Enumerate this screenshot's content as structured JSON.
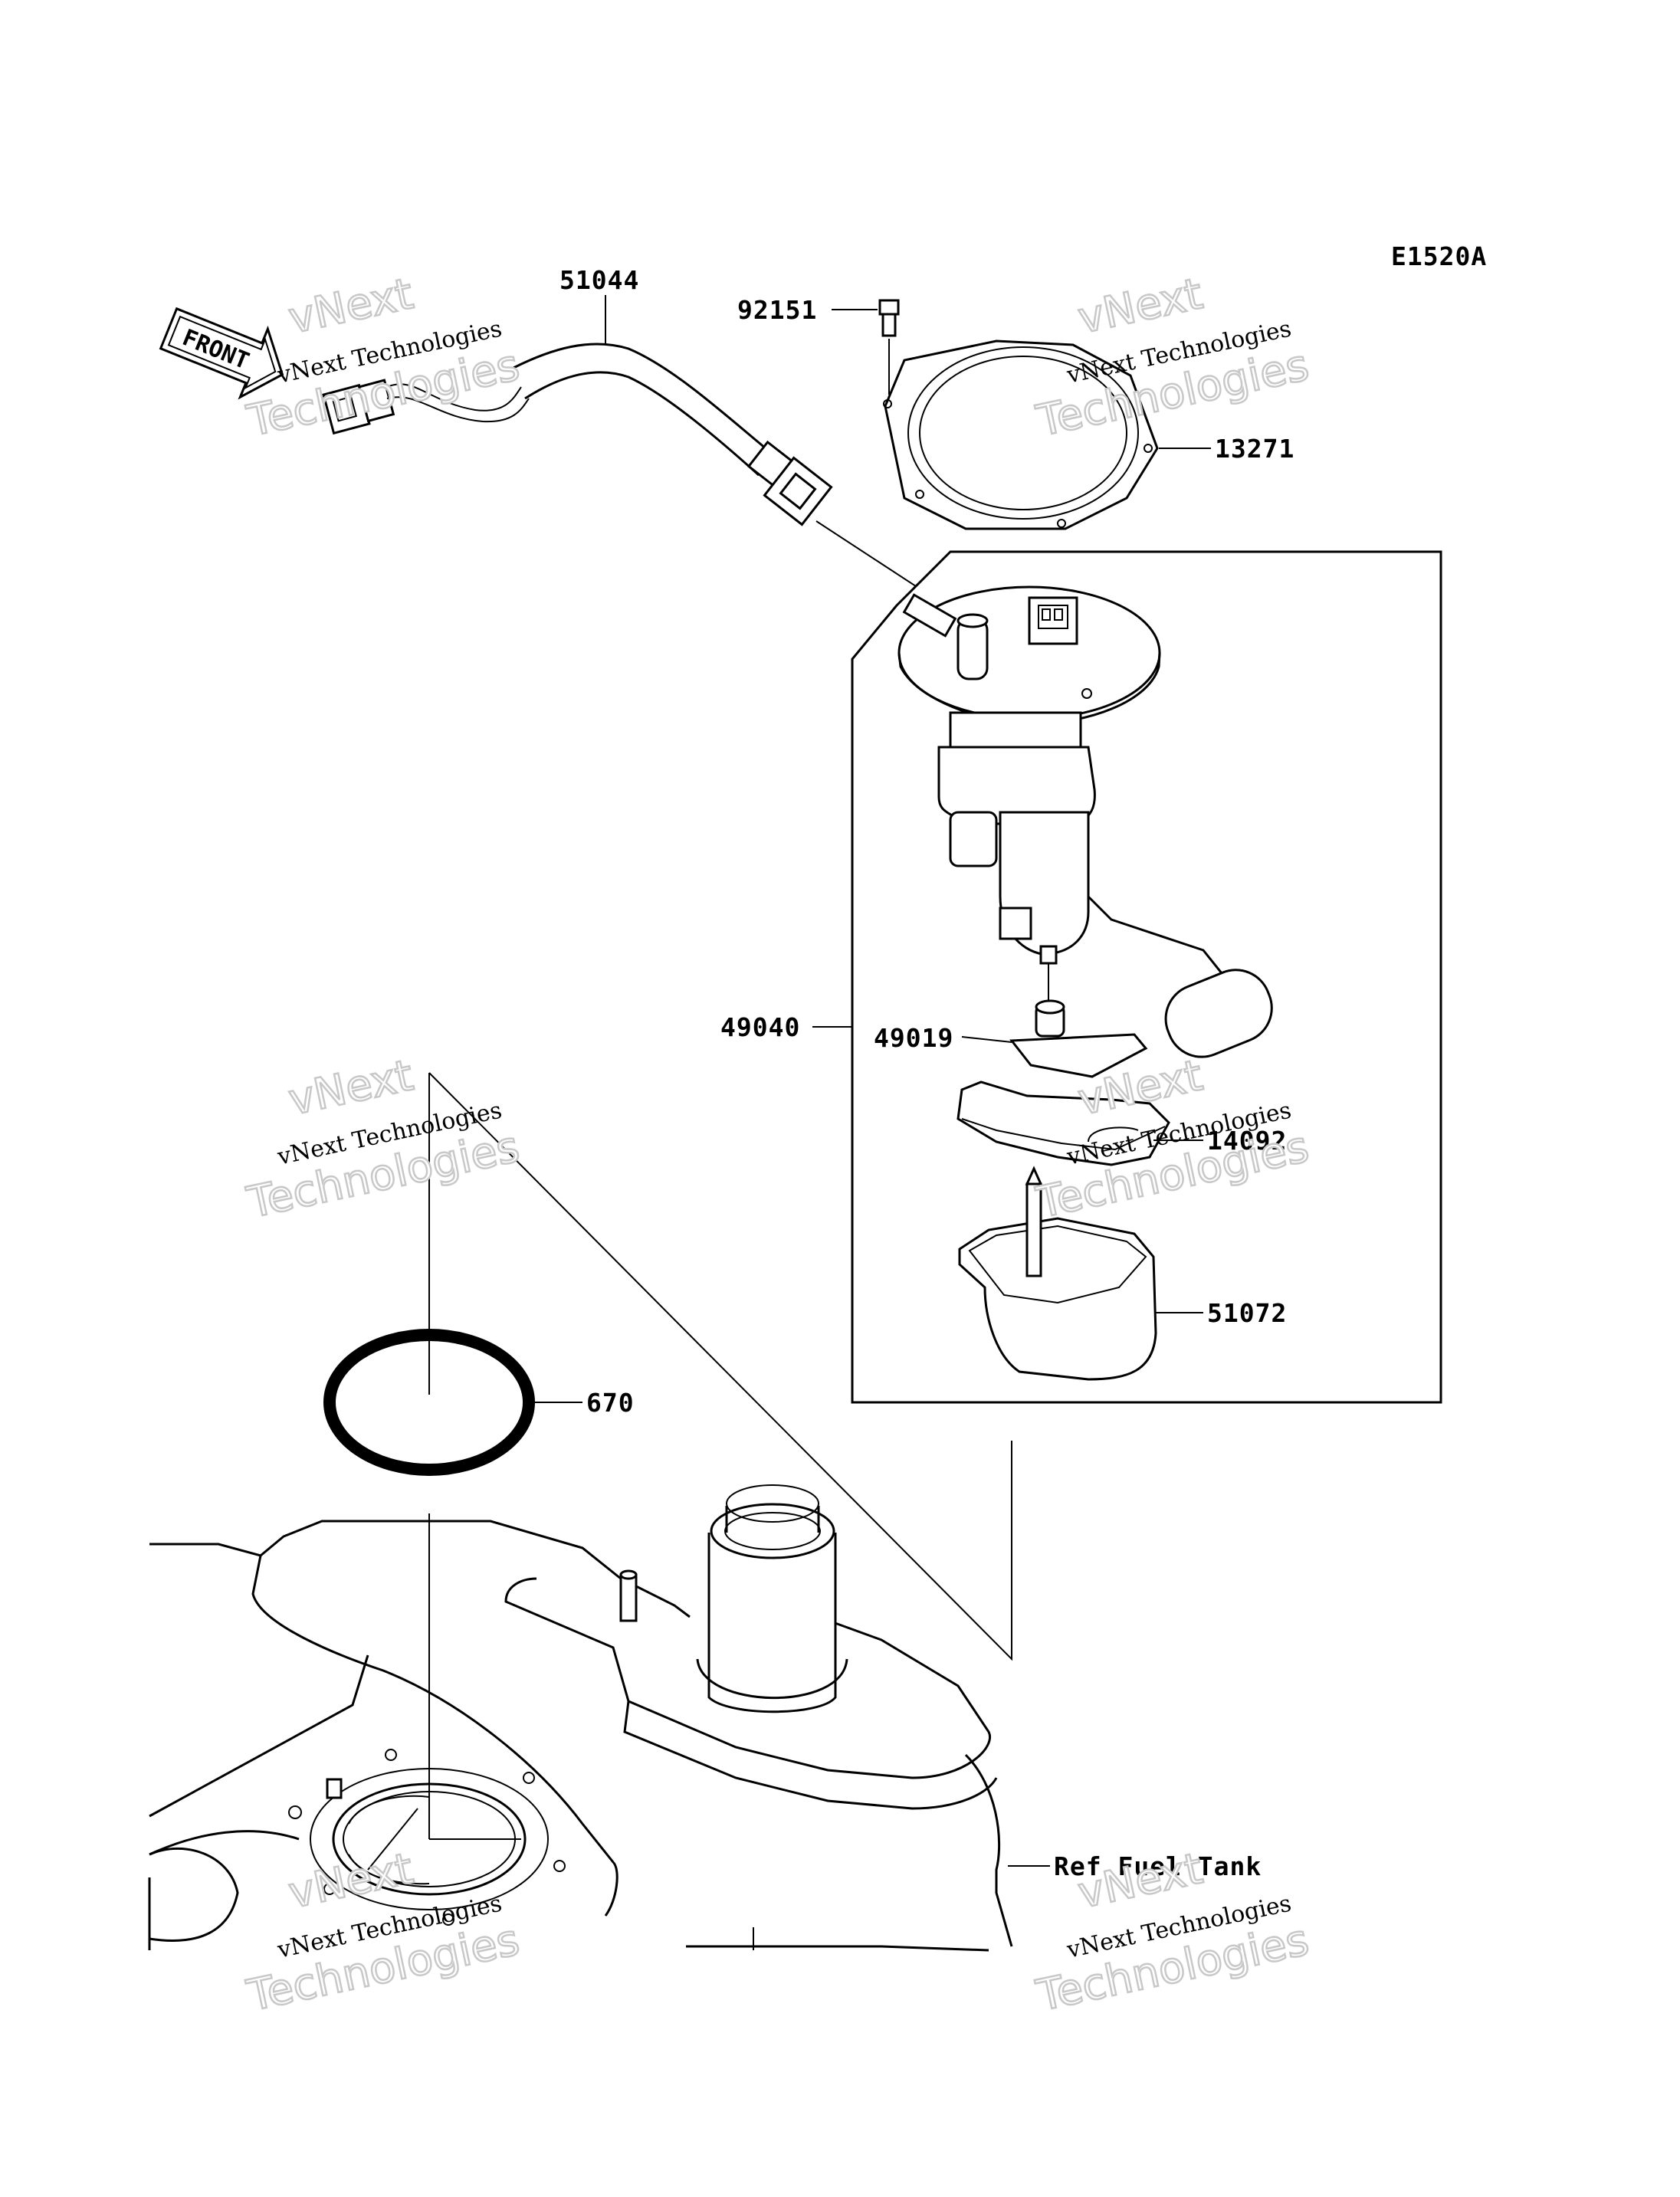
{
  "diagram": {
    "code": "E1520A",
    "front_label": "FRONT",
    "parts": [
      {
        "id": "51044",
        "name": "fuel-hose"
      },
      {
        "id": "92151",
        "name": "bolt"
      },
      {
        "id": "13271",
        "name": "plate"
      },
      {
        "id": "49040",
        "name": "fuel-pump-assembly"
      },
      {
        "id": "49019",
        "name": "filter"
      },
      {
        "id": "14092",
        "name": "cover"
      },
      {
        "id": "51072",
        "name": "strainer-case"
      },
      {
        "id": "670",
        "name": "o-ring"
      }
    ],
    "reference": "Ref.Fuel Tank",
    "watermark": {
      "brand_top": "vNext",
      "line": "vNext Technologies",
      "brand_bottom": "Technologies"
    }
  }
}
